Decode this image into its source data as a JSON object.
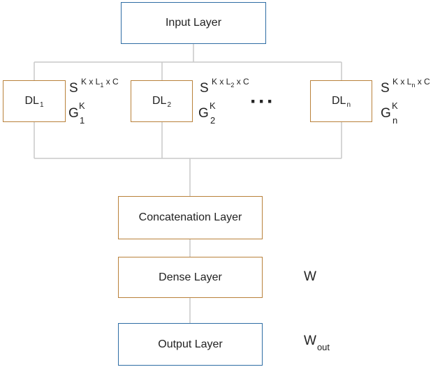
{
  "input_layer": "Input Layer",
  "dl_boxes": [
    {
      "main": "DL",
      "sub": "1"
    },
    {
      "main": "DL",
      "sub": "2"
    },
    {
      "main": "DL",
      "sub": "n"
    }
  ],
  "annotations": [
    {
      "s": "S",
      "sup_pre": "K x L",
      "sup_sub": "1",
      "sup_post": " x C",
      "g": "G",
      "g_sup": "K",
      "g_sub": "1"
    },
    {
      "s": "S",
      "sup_pre": "K x L",
      "sup_sub": "2",
      "sup_post": " x C",
      "g": "G",
      "g_sup": "K",
      "g_sub": "2"
    },
    {
      "s": "S",
      "sup_pre": "K x L",
      "sup_sub": "n",
      "sup_post": " x C",
      "g": "G",
      "g_sup": "K",
      "g_sub": "n"
    }
  ],
  "ellipsis": "···",
  "concat_layer": "Concatenation Layer",
  "dense_layer": "Dense Layer",
  "output_layer": "Output Layer",
  "dense_weight": "W",
  "output_weight": {
    "main": "W",
    "sub": "out"
  },
  "colors": {
    "blue_border": "#2e6da4",
    "orange_border": "#b9813a",
    "connector": "#c8c8c8"
  }
}
